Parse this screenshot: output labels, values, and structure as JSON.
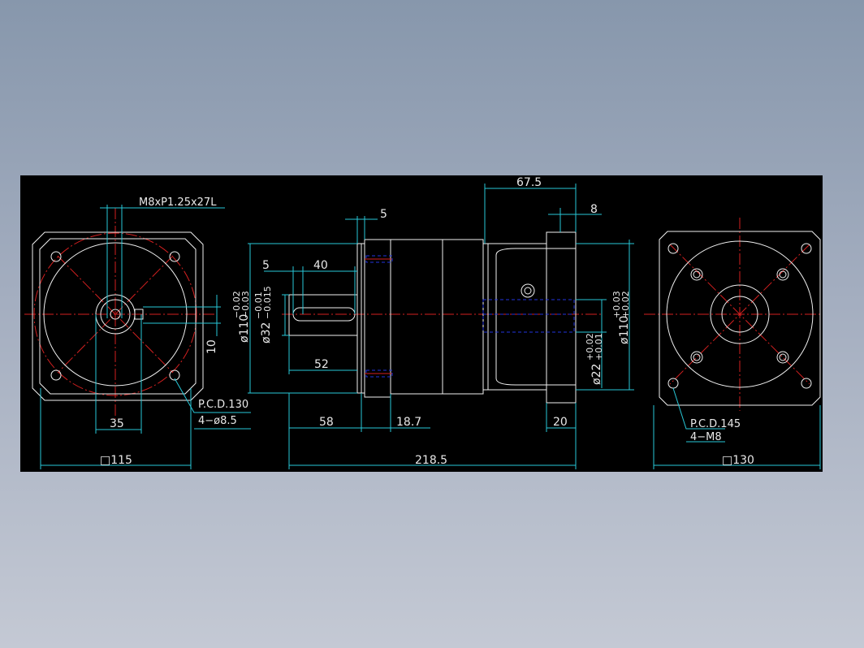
{
  "colors": {
    "background_top": "#8797ac",
    "background_bottom": "#c4c9d4",
    "canvas": "#000000",
    "outline": "#f0f0f0",
    "dimension": "#28c8d8",
    "centerline": "#d42020",
    "hidden_line": "#2233dd"
  },
  "front_view": {
    "thread_note": "M8xP1.25x27L",
    "pcd_note": "P.C.D.130",
    "holes_note": "4−ø8.5",
    "dim_width": "35",
    "dim_key": "10",
    "dim_square": "□115"
  },
  "side_view": {
    "dim_flange_5": "5",
    "dim_key_offset": "5",
    "dim_key_length": "40",
    "dim_shaft_length": "52",
    "dim_shaft_dia": "ø32",
    "dim_shaft_tol_upper": "−0.01",
    "dim_shaft_tol_lower": "−0.015",
    "dim_pilot_dia": "ø110",
    "dim_pilot_tol_upper": "−0.02",
    "dim_pilot_tol_lower": "−0.03",
    "dim_58": "58",
    "dim_18_7": "18.7",
    "dim_67_5": "67.5",
    "dim_8": "8",
    "dim_20": "20",
    "dim_total": "218.5",
    "dim_bore_dia": "ø22",
    "dim_bore_tol_upper": "+0.02",
    "dim_bore_tol_lower": "+0.01",
    "dim_input_dia": "ø110",
    "dim_input_tol_upper": "+0.03",
    "dim_input_tol_lower": "+0.02"
  },
  "rear_view": {
    "pcd_note": "P.C.D.145",
    "holes_note": "4−M8",
    "dim_square": "□130"
  }
}
